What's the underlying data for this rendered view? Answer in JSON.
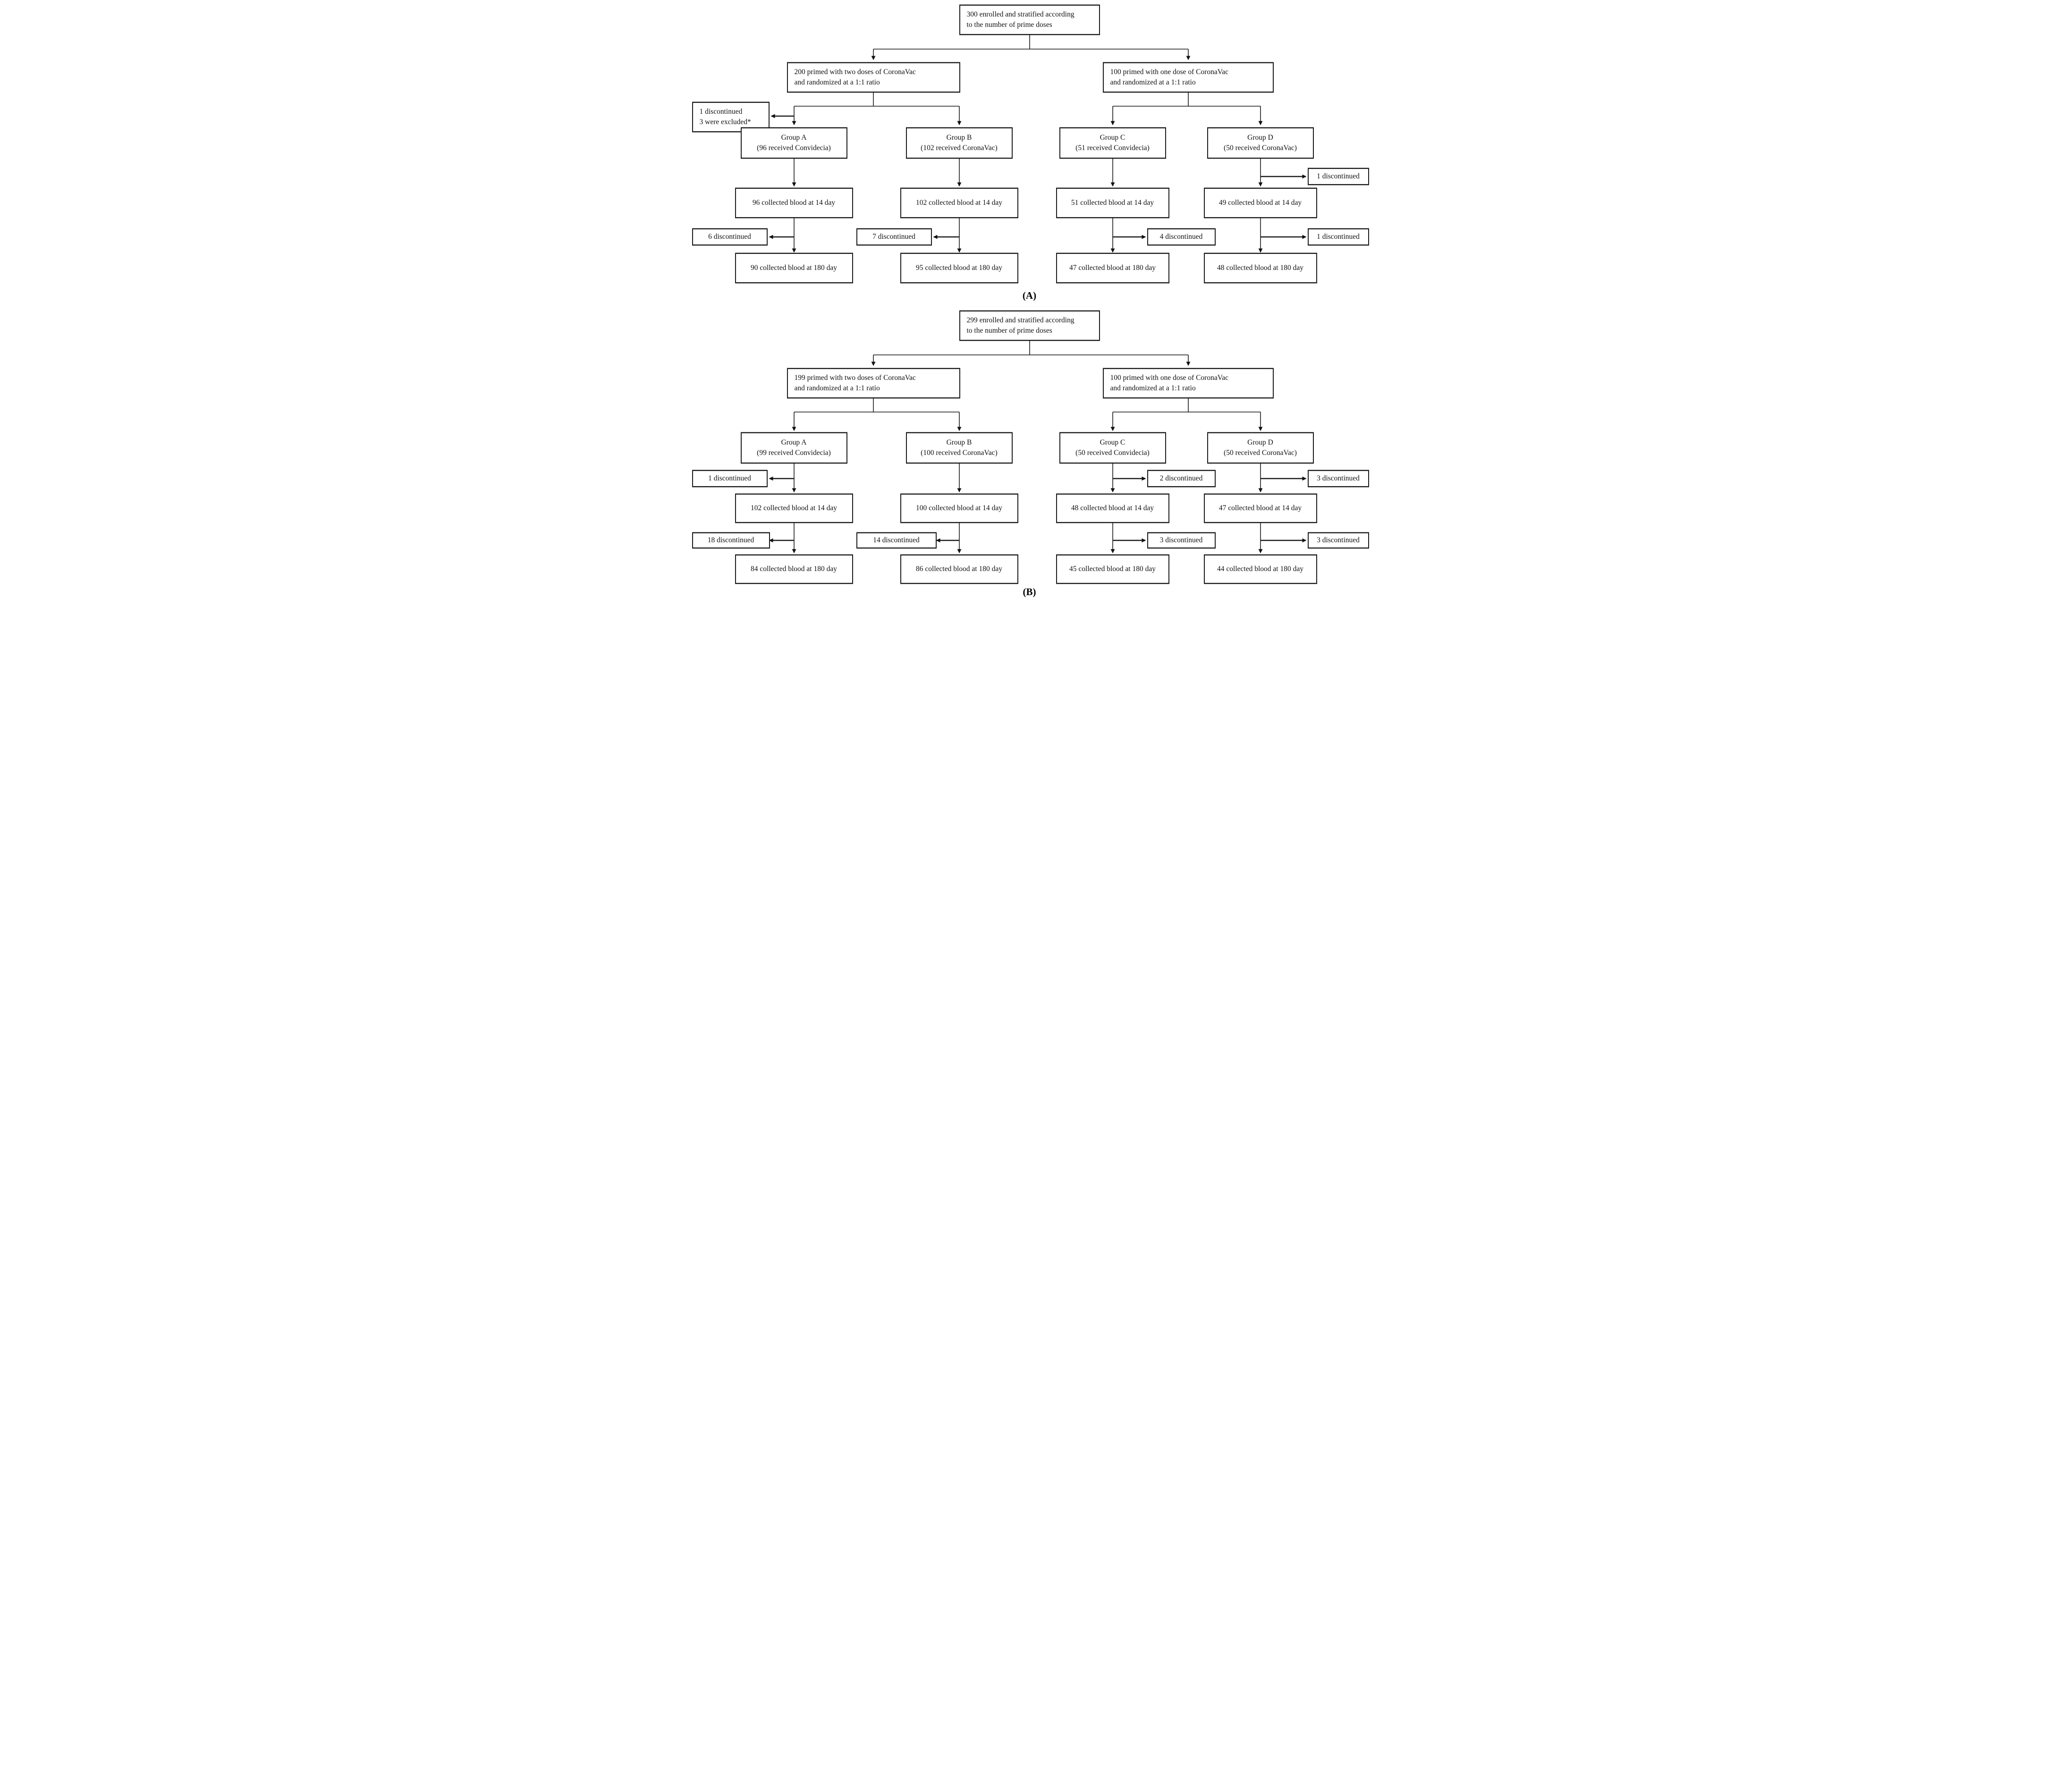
{
  "figure": {
    "description": "Participant flow diagram with two panels"
  },
  "panels": [
    {
      "label": "(A)",
      "top": "300 enrolled and stratified according\nto the number of prime doses",
      "left_branch": "200 primed with two doses of CoronaVac\nand randomized at a 1:1 ratio",
      "right_branch": "100 primed with one dose of CoronaVac\nand randomized at a 1:1 ratio",
      "excluded": "1 discontinued\n3 were excluded*",
      "groups": [
        {
          "title": "Group A\n(96 received Convidecia)",
          "collect14": "96 collected blood at 14 day",
          "disc_mid": "6 discontinued",
          "collect180": "90 collected blood at 180 day"
        },
        {
          "title": "Group B\n(102 received CoronaVac)",
          "collect14": "102 collected blood at 14 day",
          "disc_mid": "7 discontinued",
          "collect180": "95 collected blood at 180 day"
        },
        {
          "title": "Group C\n(51 received Convidecia)",
          "collect14": "51 collected blood at 14 day",
          "disc_mid": "4 discontinued",
          "collect180": "47 collected blood at 180 day"
        },
        {
          "title": "Group D\n(50 received CoronaVac)",
          "disc_pre": "1 discontinued",
          "collect14": "49 collected blood at 14 day",
          "disc_mid": "1 discontinued",
          "collect180": "48 collected blood at 180 day"
        }
      ]
    },
    {
      "label": "(B)",
      "top": "299 enrolled and stratified according\nto the number of prime doses",
      "left_branch": "199 primed with two doses of CoronaVac\nand randomized at a 1:1 ratio",
      "right_branch": "100 primed with one dose of CoronaVac\nand randomized at a 1:1 ratio",
      "groups": [
        {
          "title": "Group A\n(99 received Convidecia)",
          "disc_pre": "1 discontinued",
          "collect14": "102 collected blood at 14 day",
          "disc_mid": "18 discontinued",
          "collect180": "84 collected blood at 180 day"
        },
        {
          "title": "Group B\n(100 received CoronaVac)",
          "collect14": "100 collected blood at 14 day",
          "disc_mid": "14 discontinued",
          "collect180": "86 collected blood at 180 day"
        },
        {
          "title": "Group C\n(50 received Convidecia)",
          "disc_pre": "2 discontinued",
          "collect14": "48 collected blood at 14 day",
          "disc_mid": "3 discontinued",
          "collect180": "45 collected blood at 180 day"
        },
        {
          "title": "Group D\n(50 received CoronaVac)",
          "disc_pre": "3 discontinued",
          "collect14": "47 collected blood at 14 day",
          "disc_mid": "3 discontinued",
          "collect180": "44 collected blood at 180 day"
        }
      ]
    }
  ]
}
